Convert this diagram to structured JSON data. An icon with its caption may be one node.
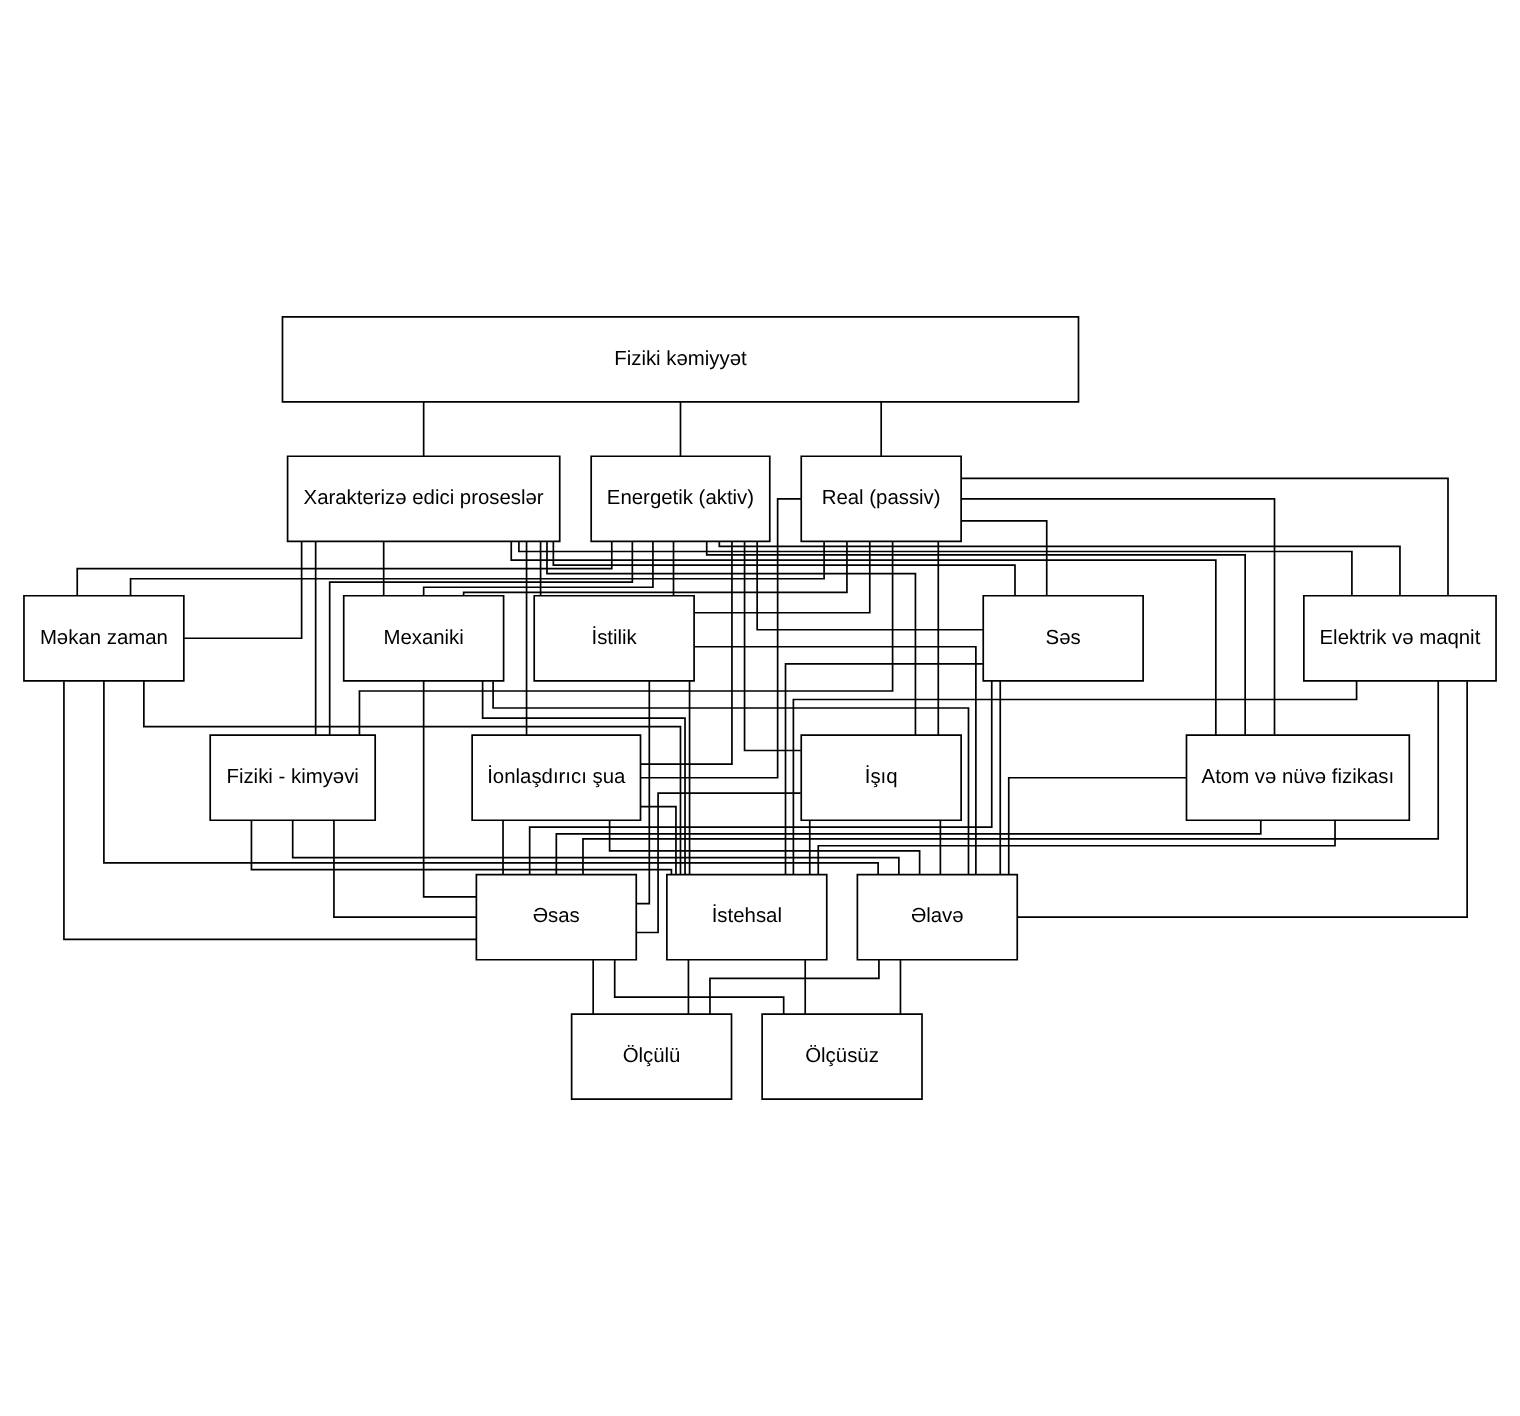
{
  "diagram": {
    "nodes": [
      {
        "text": [
          "Fiziki kəmiyyət"
        ]
      },
      {
        "text": [
          "Real (passiv)"
        ]
      },
      {
        "text": [
          "Energetik (aktiv)"
        ]
      },
      {
        "text": [
          "Xarakterizə edici proseslər"
        ]
      },
      {
        "text": [
          "Məkan zaman"
        ]
      },
      {
        "text": [
          "Mexaniki"
        ]
      },
      {
        "text": [
          "İstilik"
        ]
      },
      {
        "text": [
          "Elektrik və maqnit"
        ]
      },
      {
        "text": [
          "Səs"
        ]
      },
      {
        "text": [
          "İşıq"
        ]
      },
      {
        "text": [
          "İonlaşdırıcı şua"
        ]
      },
      {
        "text": [
          "Atom və nüvə fizikası"
        ]
      },
      {
        "text": [
          "Fiziki - kimyəvi"
        ]
      },
      {
        "text": [
          "Əsas"
        ]
      },
      {
        "text": [
          "İstehsal"
        ]
      },
      {
        "text": [
          "Əlavə"
        ]
      },
      {
        "text": [
          "Ölçülü"
        ]
      },
      {
        "text": [
          "Ölçüsüz"
        ]
      }
    ],
    "edges": [
      {
        "from": 0,
        "to": 1,
        "arrow": "none"
      },
      {
        "from": 0,
        "to": 2,
        "arrow": "none"
      },
      {
        "from": 0,
        "to": 3,
        "arrow": "none"
      },
      {
        "from": 1,
        "to": 4,
        "arrow": "none"
      },
      {
        "from": 1,
        "to": 5,
        "arrow": "none"
      },
      {
        "from": 1,
        "to": 6,
        "arrow": "none"
      },
      {
        "from": 1,
        "to": 7,
        "arrow": "none"
      },
      {
        "from": 1,
        "to": 8,
        "arrow": "none"
      },
      {
        "from": 1,
        "to": 9,
        "arrow": "none"
      },
      {
        "from": 1,
        "to": 10,
        "arrow": "none"
      },
      {
        "from": 1,
        "to": 11,
        "arrow": "none"
      },
      {
        "from": 1,
        "to": 12,
        "arrow": "none"
      },
      {
        "from": 2,
        "to": 4,
        "arrow": "none"
      },
      {
        "from": 2,
        "to": 5,
        "arrow": "none"
      },
      {
        "from": 2,
        "to": 6,
        "arrow": "none"
      },
      {
        "from": 2,
        "to": 7,
        "arrow": "none"
      },
      {
        "from": 2,
        "to": 8,
        "arrow": "none"
      },
      {
        "from": 2,
        "to": 9,
        "arrow": "none"
      },
      {
        "from": 2,
        "to": 10,
        "arrow": "none"
      },
      {
        "from": 2,
        "to": 11,
        "arrow": "none"
      },
      {
        "from": 2,
        "to": 12,
        "arrow": "none"
      },
      {
        "from": 3,
        "to": 4,
        "arrow": "none"
      },
      {
        "from": 3,
        "to": 5,
        "arrow": "none"
      },
      {
        "from": 3,
        "to": 6,
        "arrow": "none"
      },
      {
        "from": 3,
        "to": 7,
        "arrow": "none"
      },
      {
        "from": 3,
        "to": 8,
        "arrow": "none"
      },
      {
        "from": 3,
        "to": 9,
        "arrow": "none"
      },
      {
        "from": 3,
        "to": 10,
        "arrow": "none"
      },
      {
        "from": 3,
        "to": 11,
        "arrow": "none"
      },
      {
        "from": 3,
        "to": 12,
        "arrow": "none"
      },
      {
        "from": 4,
        "to": 13,
        "arrow": "none"
      },
      {
        "from": 4,
        "to": 14,
        "arrow": "none"
      },
      {
        "from": 4,
        "to": 15,
        "arrow": "none"
      },
      {
        "from": 5,
        "to": 13,
        "arrow": "none"
      },
      {
        "from": 5,
        "to": 14,
        "arrow": "none"
      },
      {
        "from": 5,
        "to": 15,
        "arrow": "none"
      },
      {
        "from": 6,
        "to": 13,
        "arrow": "none"
      },
      {
        "from": 6,
        "to": 14,
        "arrow": "none"
      },
      {
        "from": 6,
        "to": 15,
        "arrow": "none"
      },
      {
        "from": 7,
        "to": 13,
        "arrow": "none"
      },
      {
        "from": 7,
        "to": 14,
        "arrow": "none"
      },
      {
        "from": 7,
        "to": 15,
        "arrow": "none"
      },
      {
        "from": 8,
        "to": 13,
        "arrow": "none"
      },
      {
        "from": 8,
        "to": 14,
        "arrow": "none"
      },
      {
        "from": 8,
        "to": 15,
        "arrow": "none"
      },
      {
        "from": 9,
        "to": 13,
        "arrow": "none"
      },
      {
        "from": 9,
        "to": 14,
        "arrow": "none"
      },
      {
        "from": 9,
        "to": 15,
        "arrow": "none"
      },
      {
        "from": 10,
        "to": 13,
        "arrow": "none"
      },
      {
        "from": 10,
        "to": 14,
        "arrow": "none"
      },
      {
        "from": 10,
        "to": 15,
        "arrow": "none"
      },
      {
        "from": 11,
        "to": 13,
        "arrow": "none"
      },
      {
        "from": 11,
        "to": 14,
        "arrow": "none"
      },
      {
        "from": 11,
        "to": 15,
        "arrow": "none"
      },
      {
        "from": 12,
        "to": 13,
        "arrow": "none"
      },
      {
        "from": 12,
        "to": 14,
        "arrow": "none"
      },
      {
        "from": 12,
        "to": 15,
        "arrow": "none"
      },
      {
        "from": 13,
        "to": 16,
        "arrow": "none"
      },
      {
        "from": 13,
        "to": 17,
        "arrow": "none"
      },
      {
        "from": 14,
        "to": 16,
        "arrow": "none"
      },
      {
        "from": 14,
        "to": 17,
        "arrow": "none"
      },
      {
        "from": 15,
        "to": 16,
        "arrow": "none"
      },
      {
        "from": 15,
        "to": 17,
        "arrow": "none"
      }
    ]
  }
}
